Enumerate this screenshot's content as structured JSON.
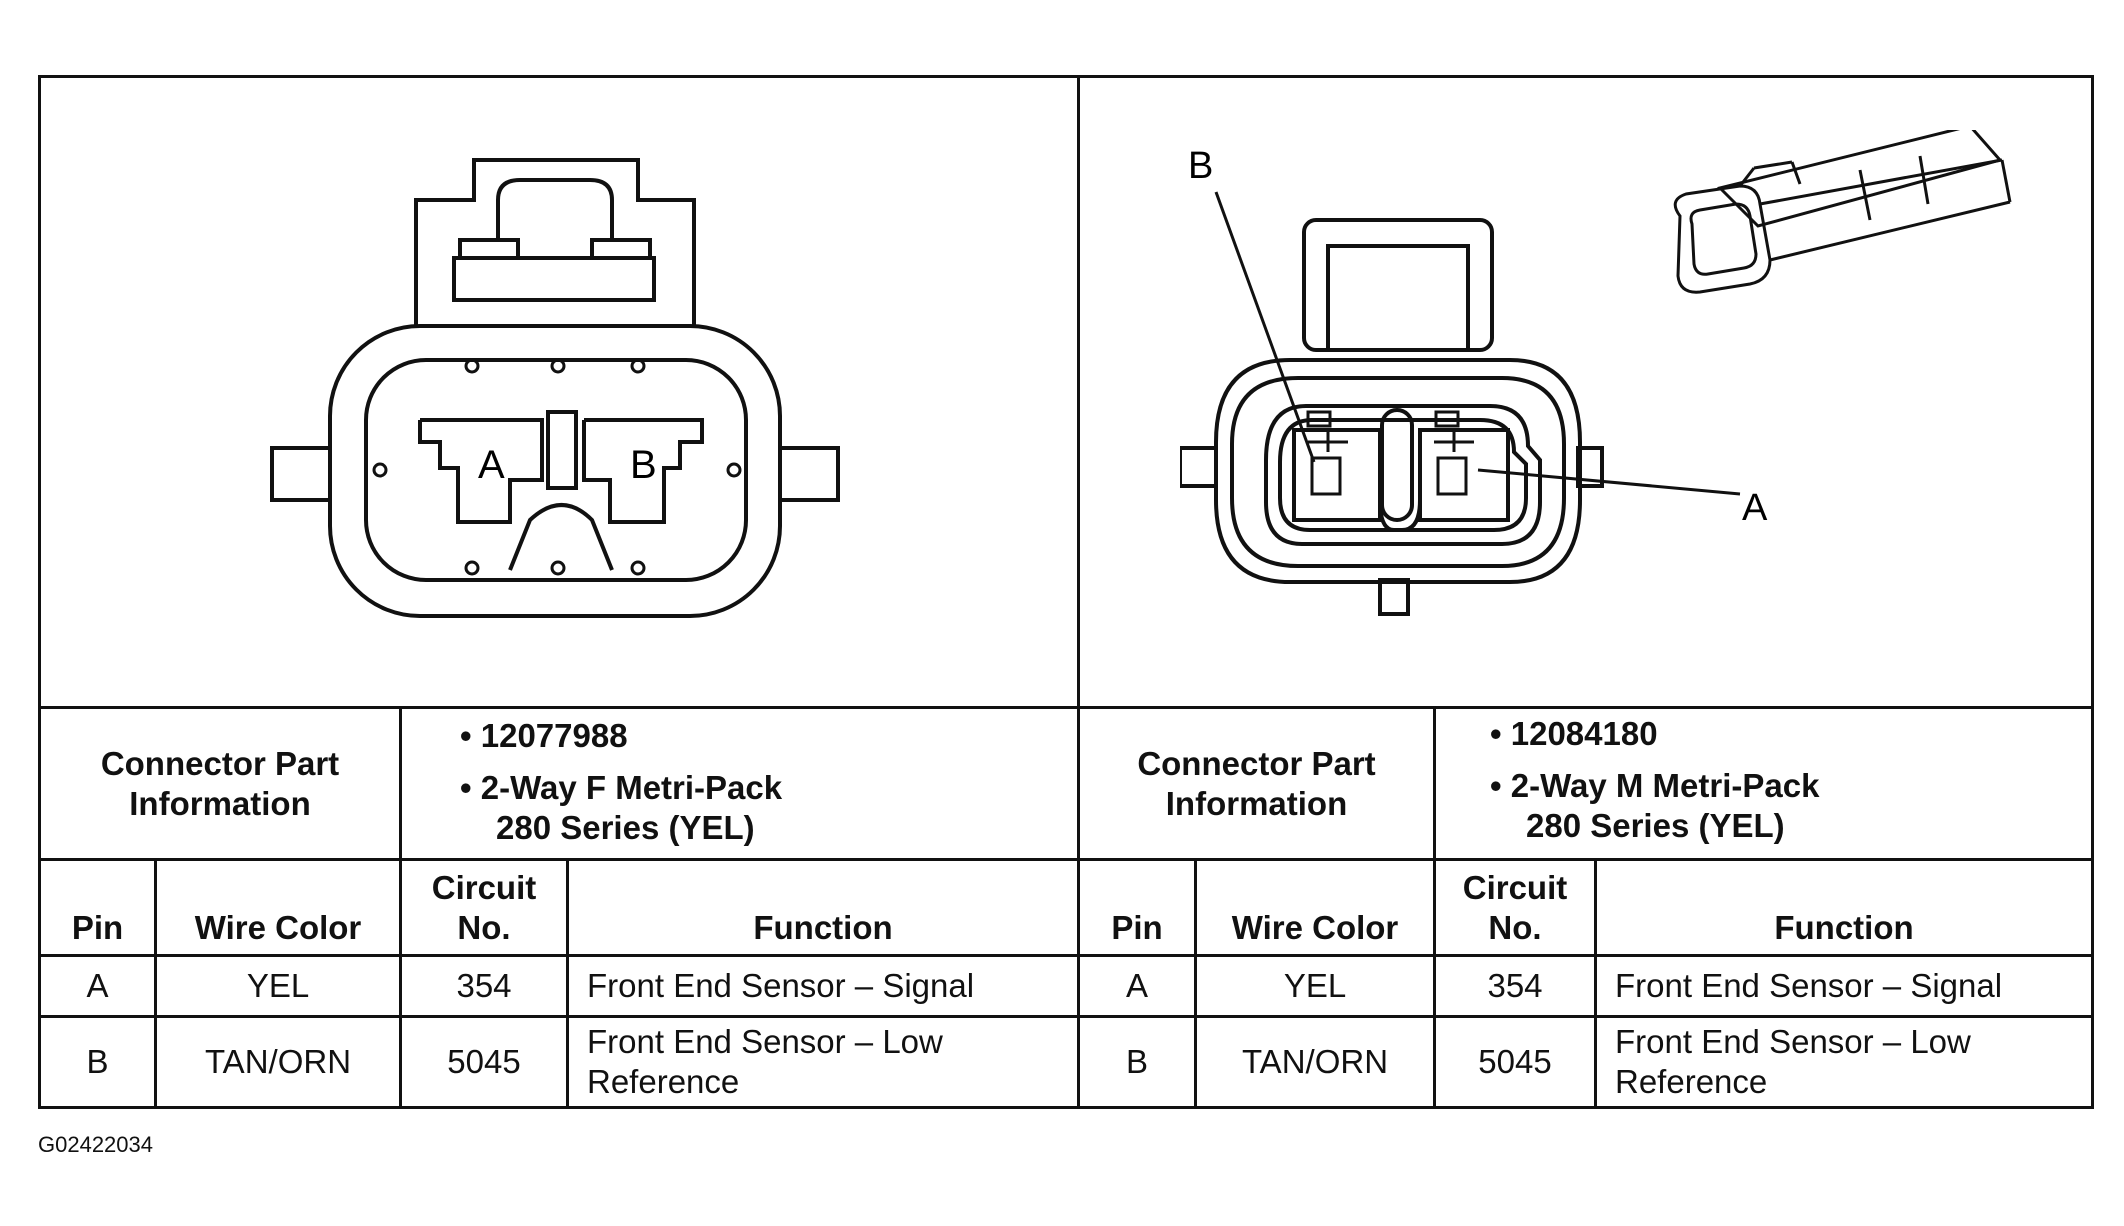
{
  "left_connector": {
    "pin_labels": [
      "A",
      "B"
    ],
    "info_title": "Connector Part Information",
    "part_number": "12077988",
    "description_line1": "2-Way F Metri-Pack",
    "description_line2": "280 Series (YEL)"
  },
  "right_connector": {
    "callout_b": "B",
    "callout_a": "A",
    "info_title": "Connector Part Information",
    "part_number": "12084180",
    "description_line1": "2-Way M Metri-Pack",
    "description_line2": "280 Series (YEL)"
  },
  "table_headers": {
    "pin": "Pin",
    "wire_color": "Wire Color",
    "circuit_line1": "Circuit",
    "circuit_line2": "No.",
    "function": "Function"
  },
  "rows": [
    {
      "pin": "A",
      "wire_color": "YEL",
      "circuit": "354",
      "function": "Front End Sensor – Signal"
    },
    {
      "pin": "B",
      "wire_color": "TAN/ORN",
      "circuit": "5045",
      "function_line1": "Front End Sensor – Low",
      "function_line2": "Reference"
    }
  ],
  "figure_id": "G02422034"
}
